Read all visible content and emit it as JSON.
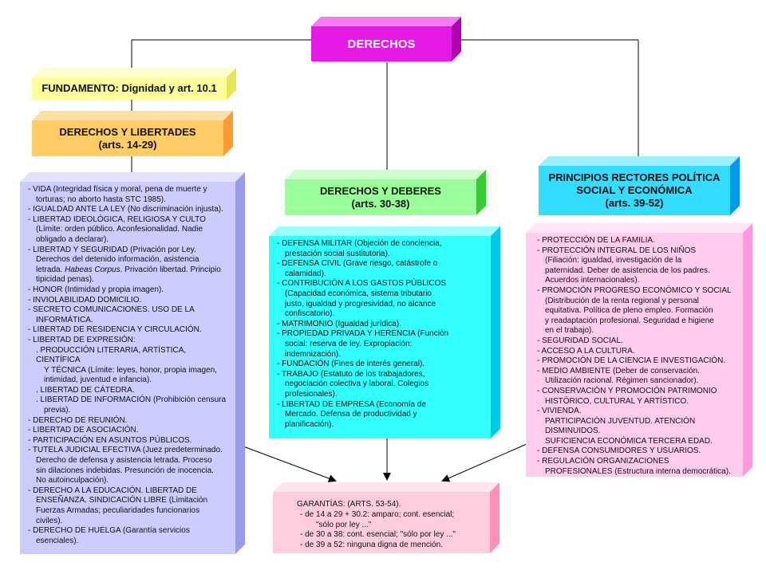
{
  "top": {
    "title": "DERECHOS"
  },
  "fundamento": {
    "title": "FUNDAMENTO: Dignidad y art. 10.1"
  },
  "libertades": {
    "title": "DERECHOS Y LIBERTADES",
    "subtitle": "(arts. 14-29)",
    "items": [
      {
        "lines": [
          "- VIDA (Integridad física y moral, pena de muerte y",
          "torturas; no aborto hasta STC 1985)."
        ]
      },
      {
        "lines": [
          "- IGUALDAD ANTE LA LEY (No discriminación injusta)."
        ]
      },
      {
        "lines": [
          "- LIBERTAD IDEOLÓGICA, RELIGIOSA Y CULTO",
          "(Límite: orden público. Aconfesionalidad. Nadie",
          "obligado a declarar)."
        ]
      },
      {
        "lines": [
          "- LIBERTAD Y SEGURIDAD (Privación por Ley.",
          "Derechos del detenido información, asistencia"
        ]
      },
      {
        "pre": "letrada. ",
        "em": "Habeas Corpus",
        "post": ". Privación libertad. Principio"
      },
      {
        "lines": [
          "tipicidad penas)."
        ]
      },
      {
        "lines": [
          "- HONOR (Intimidad y propia imagen)."
        ]
      },
      {
        "lines": [
          "- INVIOLABILIDAD DOMICILIO."
        ]
      },
      {
        "lines": [
          "- SECRETO COMUNICACIONES. USO DE LA",
          "INFORMÁTICA."
        ]
      },
      {
        "lines": [
          "- LIBERTAD DE RESIDENCIA Y CIRCULACIÓN."
        ]
      },
      {
        "lines": [
          "- LIBERTAD DE EXPRESIÓN:"
        ]
      },
      {
        "lines": [
          ". PRODUCCIÓN LITERARIA, ARTÍSTICA, CIENTÍFICA",
          "Y TÉCNICA (Límite: leyes, honor, propia imagen,",
          "intimidad, juventud e infancia)."
        ],
        "sub": true
      },
      {
        "lines": [
          ". LIBERTAD DE CÁTEDRA."
        ],
        "sub": true
      },
      {
        "lines": [
          ". LIBERTAD DE INFORMACIÓN (Prohibición censura",
          "previa)."
        ],
        "sub": true
      },
      {
        "lines": [
          "- DERECHO DE REUNIÓN."
        ]
      },
      {
        "lines": [
          "- LIBERTAD DE ASOCIACIÓN."
        ]
      },
      {
        "lines": [
          "- PARTICIPACIÓN EN ASUNTOS PÚBLICOS."
        ]
      },
      {
        "lines": [
          "- TUTELA JUDICIAL EFECTIVA (Juez predeterminado.",
          "Derecho de defensa y asistencia letrada. Proceso",
          "sin dilaciones indebidas. Presunción de inocencia.",
          "No autoinculpación)."
        ]
      },
      {
        "lines": [
          "- DERECHO A LA EDUCACIÓN. LIBERTAD DE",
          "ENSEÑANZA. SINDICACIÓN LIBRE (Limitación",
          "Fuerzas Armadas; peculiaridades funcionarios",
          "civiles)."
        ]
      },
      {
        "lines": [
          "- DERECHO DE HUELGA (Garantía servicios",
          "esenciales)."
        ]
      }
    ]
  },
  "deberes": {
    "title": "DERECHOS Y DEBERES",
    "subtitle": "(arts. 30-38)",
    "items": [
      {
        "lines": [
          "- DEFENSA MILITAR (Objeción de conciencia,",
          "prestación social sustitutoria)."
        ]
      },
      {
        "lines": [
          "- DEFENSA CIVIL (Grave riesgo, catástrofe o",
          "calamidad)."
        ]
      },
      {
        "lines": [
          "- CONTRIBUCIÓN A LOS GASTOS PÚBLICOS",
          "(Capacidad económica, sistema tributario",
          "justo, igualdad y progresividad, no alcance",
          "confiscatorio)."
        ]
      },
      {
        "lines": [
          "- MATRIMONIO (Igualdad jurídica)."
        ]
      },
      {
        "lines": [
          "- PROPIEDAD PRIVADA Y HERENCIA (Función",
          "social: reserva de ley. Expropiación:",
          "indemnización)."
        ]
      },
      {
        "lines": [
          "- FUNDACIÓN (Fines de interés general)."
        ]
      },
      {
        "lines": [
          "- TRABAJO (Estatuto de los trabajadores,",
          "negociación colectiva y laboral. Colegios",
          "profesionales)."
        ]
      },
      {
        "lines": [
          "- LIBERTAD DE EMPRESA (Economía de",
          "Mercado. Defensa de productividad y",
          "planificación)."
        ]
      }
    ]
  },
  "principios": {
    "title_lines": [
      "PRINCIPIOS RECTORES POLÍTICA",
      "SOCIAL Y ECONÓMICA",
      "(arts. 39-52)"
    ],
    "items": [
      {
        "lines": [
          "- PROTECCIÓN DE LA FAMILIA."
        ]
      },
      {
        "lines": [
          "- PROTECCIÓN INTEGRAL DE LOS NIÑOS",
          "(Filiación: igualdad, investigación de la",
          "paternidad. Deber de asistencia de los padres.",
          "Acuerdos internacionales)."
        ]
      },
      {
        "lines": [
          "- PROMOCIÓN PROGRESO ECONÓMICO  Y SOCIAL",
          "(Distribución de la renta regional y personal",
          "equitativa. Política de pleno empleo. Formación",
          "y readaptación profesional. Seguridad e higiene",
          "en el trabajo)."
        ]
      },
      {
        "lines": [
          "- SEGURIDAD SOCIAL."
        ]
      },
      {
        "lines": [
          "- ACCESO A LA CULTURA."
        ]
      },
      {
        "lines": [
          "- PROMOCIÓN DE LA CIENCIA E INVESTIGACIÓN."
        ]
      },
      {
        "lines": [
          "- MEDIO AMBIENTE (Deber de conservación.",
          "Utilización racional. Régimen sancionador)."
        ]
      },
      {
        "lines": [
          "- CONSERVACIÓN Y PROMOCIÓN PATRIMONIO",
          "HISTÓRICO, CULTURAL Y ARTÍSTICO."
        ]
      },
      {
        "lines": [
          "- VIVIENDA.",
          "PARTICIPACIÓN JUVENTUD. ATENCIÓN",
          "DISMINUIDOS.",
          "SUFICIENCIA ECONÓMICA TERCERA EDAD."
        ]
      },
      {
        "lines": [
          "- DEFENSA CONSUMIDORES Y USUARIOS."
        ]
      },
      {
        "lines": [
          "- REGULACIÓN ORGANIZACIONES",
          "PROFESIONALES (Estructura interna democrática)."
        ]
      }
    ]
  },
  "garantias": {
    "title": "GARANTÍAS: (ARTS. 53-54).",
    "items": [
      "- de 14 a 29 + 30.2: amparo; cont. esencial;",
      "\"sólo por ley ...\"",
      "- de 30 a 38: cont. esencial; \"sólo por ley ...\"",
      "- de 39 a 52: ninguna digna de mención."
    ]
  }
}
